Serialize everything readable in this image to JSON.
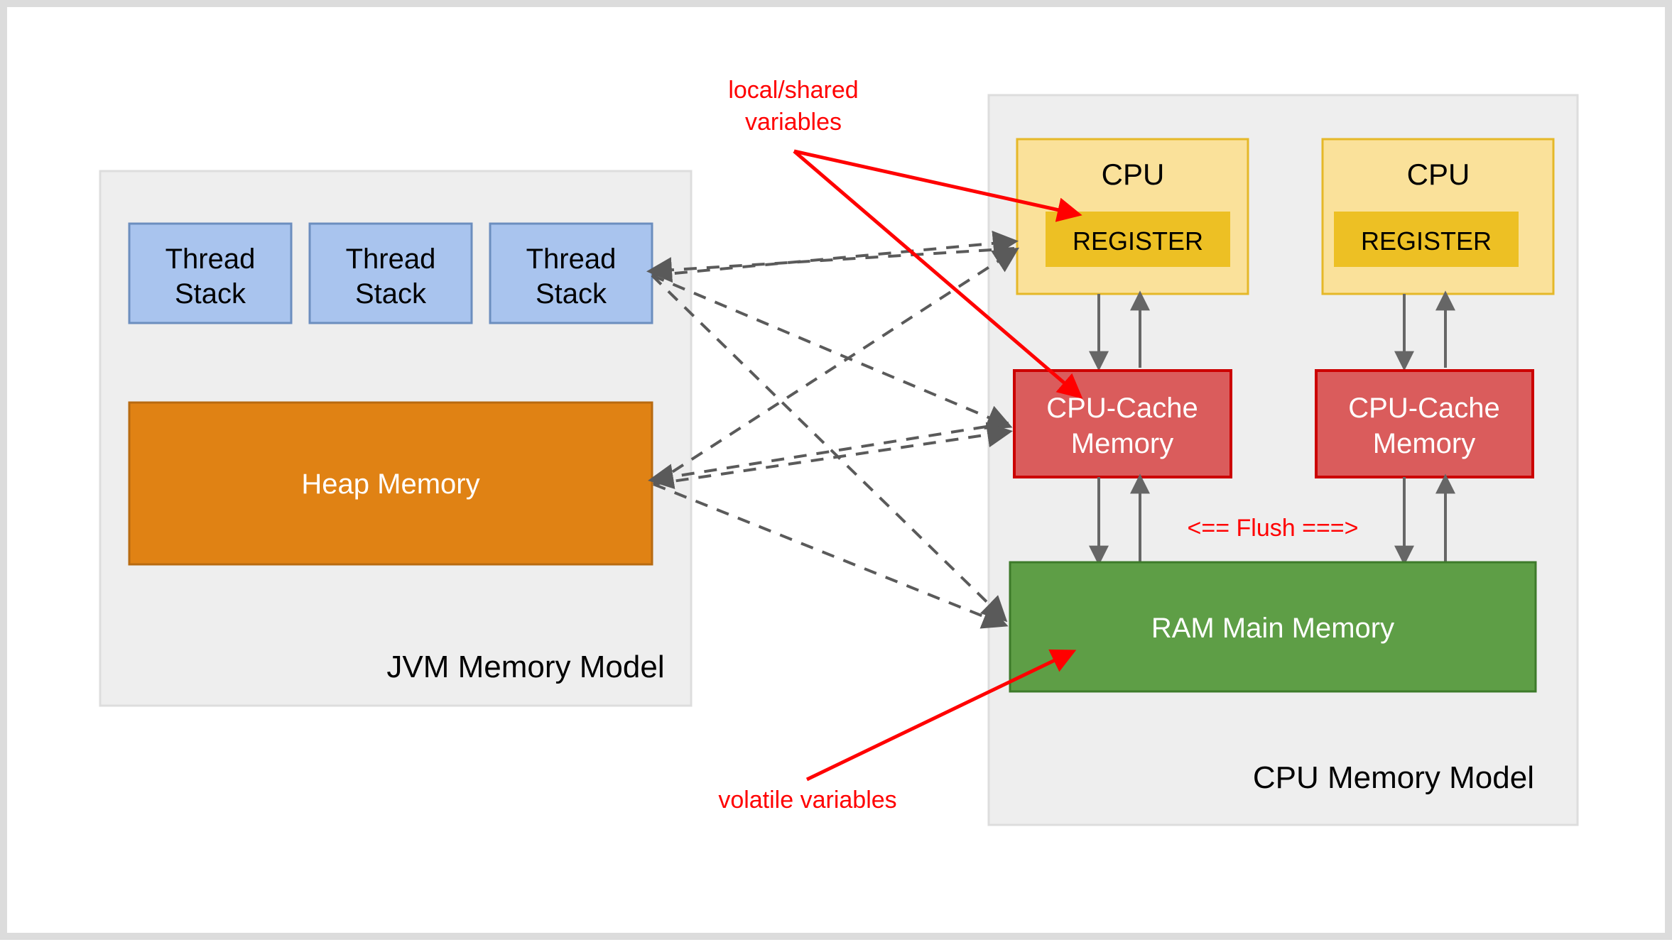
{
  "diagram": {
    "title_not_shown": "",
    "panels": [
      {
        "id": "jvm",
        "label": "JVM Memory Model",
        "bg": "#eeeeee",
        "border": "#dddddd"
      },
      {
        "id": "cpu",
        "label": "CPU Memory Model",
        "bg": "#eeeeee",
        "border": "#dddddd"
      }
    ],
    "jvm": {
      "label": "JVM Memory Model",
      "thread_stacks": [
        {
          "line1": "Thread",
          "line2": "Stack"
        },
        {
          "line1": "Thread",
          "line2": "Stack"
        },
        {
          "line1": "Thread",
          "line2": "Stack"
        }
      ],
      "heap": {
        "label": "Heap Memory"
      }
    },
    "cpu": {
      "label": "CPU Memory Model",
      "cores": [
        {
          "cpu_label": "CPU",
          "register_label": "REGISTER",
          "cache_line1": "CPU-Cache",
          "cache_line2": "Memory"
        },
        {
          "cpu_label": "CPU",
          "register_label": "REGISTER",
          "cache_line1": "CPU-Cache",
          "cache_line2": "Memory"
        }
      ],
      "ram": {
        "label": "RAM Main Memory"
      },
      "flush_label": "<== Flush ===>"
    },
    "annotations": [
      {
        "id": "local-shared",
        "line1": "local/shared",
        "line2": "variables",
        "color": "#ff0000"
      },
      {
        "id": "volatile",
        "line1": "volatile variables",
        "line2": "",
        "color": "#ff0000"
      }
    ],
    "colors": {
      "thread_stack_fill": "#a9c4ee",
      "thread_stack_stroke": "#6c8ebf",
      "heap_fill": "#e08214",
      "heap_stroke": "#b86a10",
      "cpu_fill": "#fae19a",
      "cpu_stroke": "#e5b828",
      "register_fill": "#edc024",
      "cache_fill": "#da5c5c",
      "cache_stroke": "#cc0000",
      "ram_fill": "#5e9e46",
      "ram_stroke": "#3d7a2a",
      "panel_fill": "#eeeeee",
      "panel_stroke": "#dddddd",
      "connector": "#5a5a5a",
      "annotation": "#ff0000",
      "canvas_border": "#dcdcdc"
    }
  }
}
